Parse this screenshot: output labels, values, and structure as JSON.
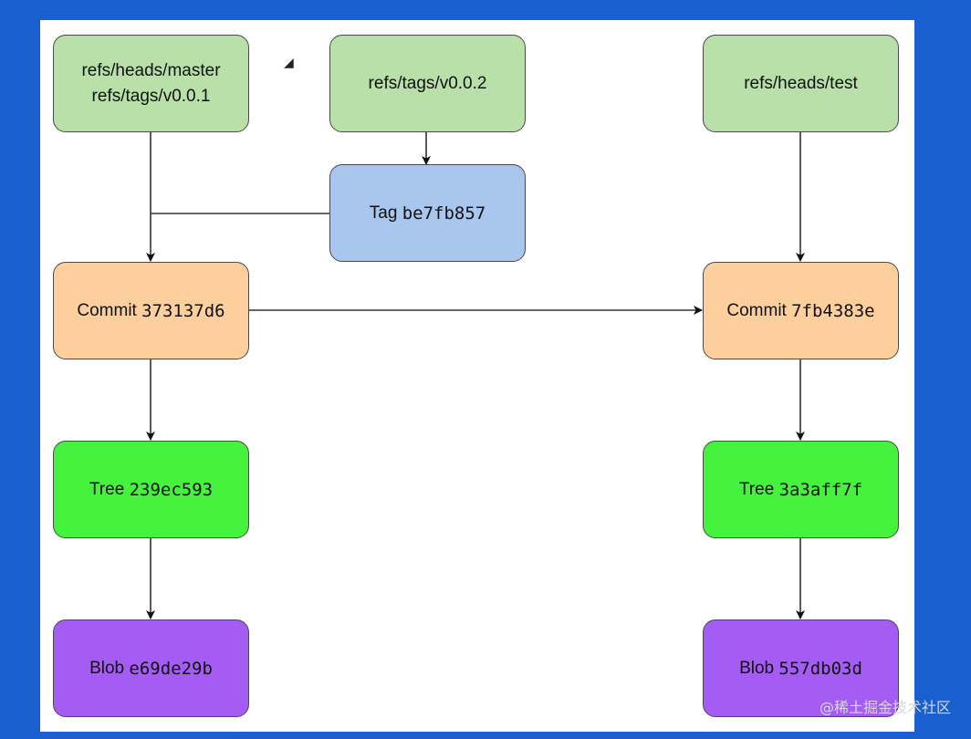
{
  "nodes": {
    "ref_master": {
      "line1": "refs/heads/master",
      "line2": "refs/tags/v0.0.1"
    },
    "ref_v002": {
      "label": "refs/tags/v0.0.2"
    },
    "ref_test": {
      "label": "refs/heads/test"
    },
    "tag": {
      "prefix": "Tag",
      "hash": "be7fb857"
    },
    "commit_left": {
      "prefix": "Commit",
      "hash": "373137d6"
    },
    "commit_right": {
      "prefix": "Commit",
      "hash": "7fb4383e"
    },
    "tree_left": {
      "prefix": "Tree",
      "hash": "239ec593"
    },
    "tree_right": {
      "prefix": "Tree",
      "hash": "3a3aff7f"
    },
    "blob_left": {
      "prefix": "Blob",
      "hash": "e69de29b"
    },
    "blob_right": {
      "prefix": "Blob",
      "hash": "557db03d"
    }
  },
  "colors": {
    "ref": "#b8e0a8",
    "tag": "#a9c6ee",
    "commit": "#fdcf9c",
    "tree": "#45f23e",
    "blob": "#a55cf5",
    "background": "#1a5fd0"
  },
  "watermark": "@稀土掘金技术社区"
}
